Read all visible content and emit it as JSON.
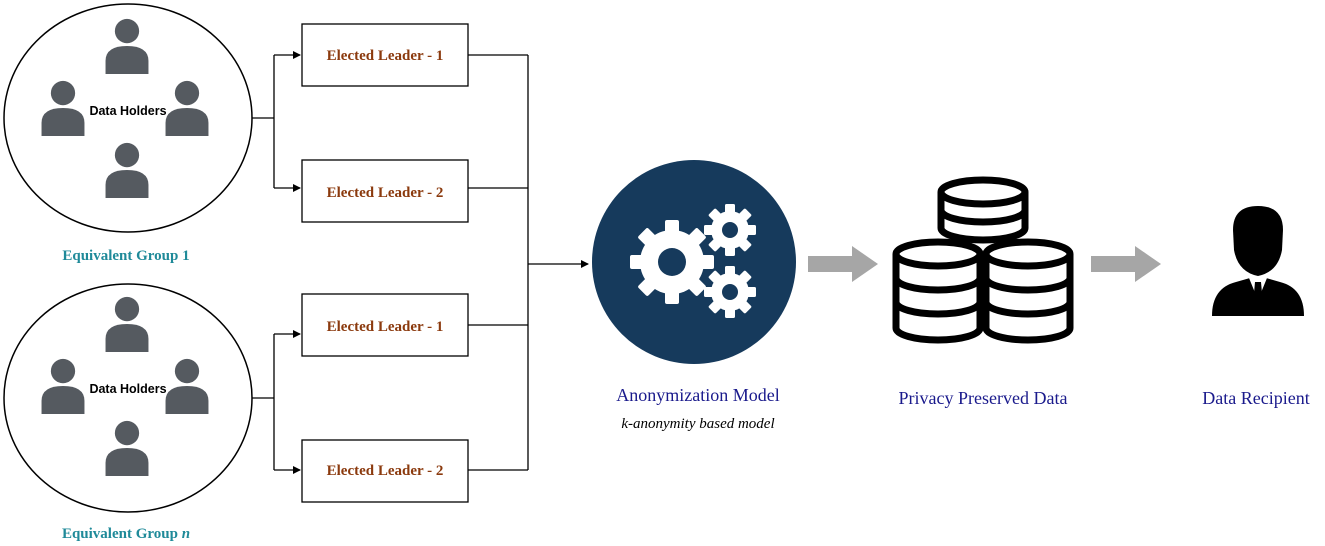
{
  "colors": {
    "leader_text": "#8b3a0e",
    "group_text": "#1f8a99",
    "stage_text": "#1a1a8c",
    "person": "#555a60",
    "model_circle": "#163a5c",
    "arrow_gray": "#a6a6a6"
  },
  "groups": [
    {
      "holders_label": "Data Holders",
      "label_prefix": "Equivalent Group ",
      "label_suffix": "1",
      "leaders": [
        "Elected Leader - 1",
        "Elected Leader - 2"
      ]
    },
    {
      "holders_label": "Data Holders",
      "label_prefix": "Equivalent Group ",
      "label_suffix": "n",
      "leaders": [
        "Elected Leader - 1",
        "Elected Leader - 2"
      ]
    }
  ],
  "model": {
    "title": "Anonymization Model",
    "subtitle": "k-anonymity based model",
    "icon": "gears-icon"
  },
  "privacy": {
    "title": "Privacy Preserved Data",
    "icon": "database-stack-icon"
  },
  "recipient": {
    "title": "Data Recipient",
    "icon": "businessman-icon"
  }
}
